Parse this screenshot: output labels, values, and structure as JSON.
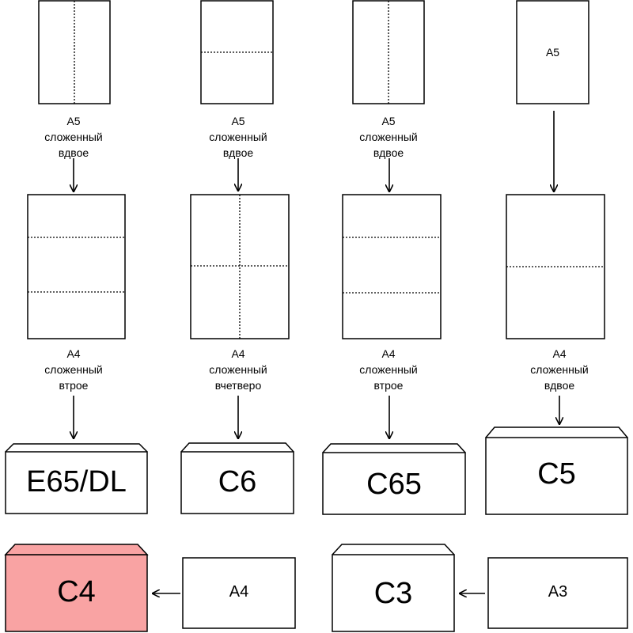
{
  "columns": [
    {
      "a5_label": "",
      "a5_caption": [
        "A5",
        "сложенный",
        "вдвое"
      ],
      "a4_caption": [
        "A4",
        "сложенный",
        "втрое"
      ],
      "envelope": "E65/DL"
    },
    {
      "a5_label": "",
      "a5_caption": [
        "A5",
        "сложенный",
        "вдвое"
      ],
      "a4_caption": [
        "A4",
        "сложенный",
        "вчетверо"
      ],
      "envelope": "C6"
    },
    {
      "a5_label": "",
      "a5_caption": [
        "A5",
        "сложенный",
        "вдвое"
      ],
      "a4_caption": [
        "A4",
        "сложенный",
        "втрое"
      ],
      "envelope": "C65"
    },
    {
      "a5_label": "A5",
      "a5_caption": [
        "",
        "",
        ""
      ],
      "a4_caption": [
        "A4",
        "сложенный",
        "вдвое"
      ],
      "envelope": "C5"
    }
  ],
  "bottom": {
    "c4_label": "C4",
    "a4_label": "A4",
    "c3_label": "C3",
    "a3_label": "A3"
  },
  "colors": {
    "stroke": "#000000",
    "highlight_fill": "#f9a3a3"
  }
}
